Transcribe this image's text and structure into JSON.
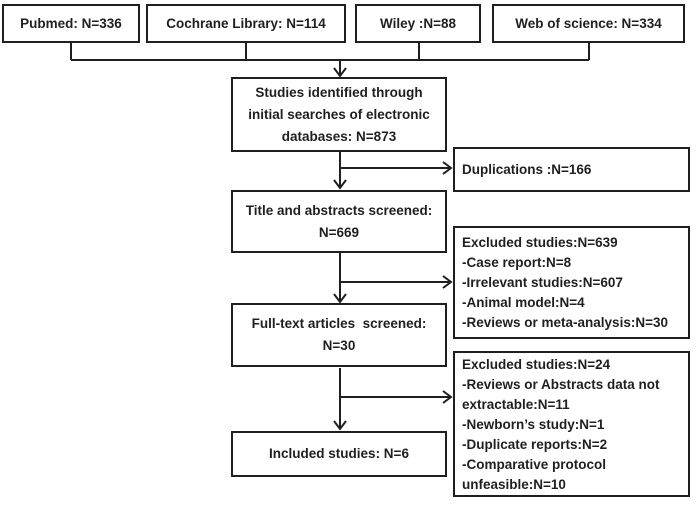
{
  "diagram": {
    "sources": [
      {
        "label": "Pubmed: N=336"
      },
      {
        "label": "Cochrane Library: N=114"
      },
      {
        "label": "Wiley :N=88"
      },
      {
        "label": "Web of science: N=334"
      }
    ],
    "stages": [
      {
        "lines": [
          "Studies identified through",
          "initial searches of electronic",
          "databases: N=873"
        ]
      },
      {
        "lines": [
          "Title and abstracts screened:",
          "N=669"
        ]
      },
      {
        "lines": [
          "Full-text articles  screened:",
          "N=30"
        ]
      },
      {
        "lines": [
          "Included studies: N=6"
        ]
      }
    ],
    "exclusions": [
      {
        "lines": [
          "Duplications :N=166"
        ]
      },
      {
        "lines": [
          "Excluded studies:N=639",
          "-Case report:N=8",
          "-Irrelevant studies:N=607",
          "-Animal model:N=4",
          "-Reviews or meta-analysis:N=30"
        ]
      },
      {
        "lines": [
          "Excluded studies:N=24",
          "-Reviews or Abstracts data not extractable:N=11",
          "-Newborn’s study:N=1",
          "-Duplicate reports:N=2",
          "-Comparative protocol unfeasible:N=10"
        ]
      }
    ],
    "colors": {
      "line": "#1f1f1f",
      "text": "#211e1e",
      "background": "#ffffff"
    }
  }
}
